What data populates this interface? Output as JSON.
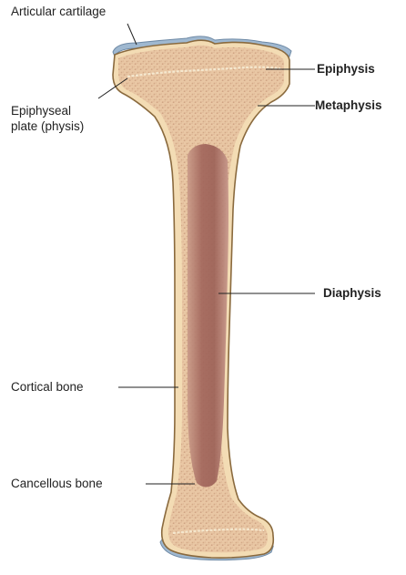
{
  "labels": {
    "articular_cartilage": "Articular cartilage",
    "epiphyseal_plate_line1": "Epiphyseal",
    "epiphyseal_plate_line2": "plate (physis)",
    "epiphysis": "Epiphysis",
    "metaphysis": "Metaphysis",
    "diaphysis": "Diaphysis",
    "cortical_bone": "Cortical bone",
    "cancellous_bone": "Cancellous bone"
  },
  "colors": {
    "cortical": "#f3dcb4",
    "cortical_outline": "#8a6a3e",
    "cancellous": "#e8c5a2",
    "marrow": "#a86e64",
    "cartilage": "#9fb8d0",
    "leader_line": "#222222"
  }
}
